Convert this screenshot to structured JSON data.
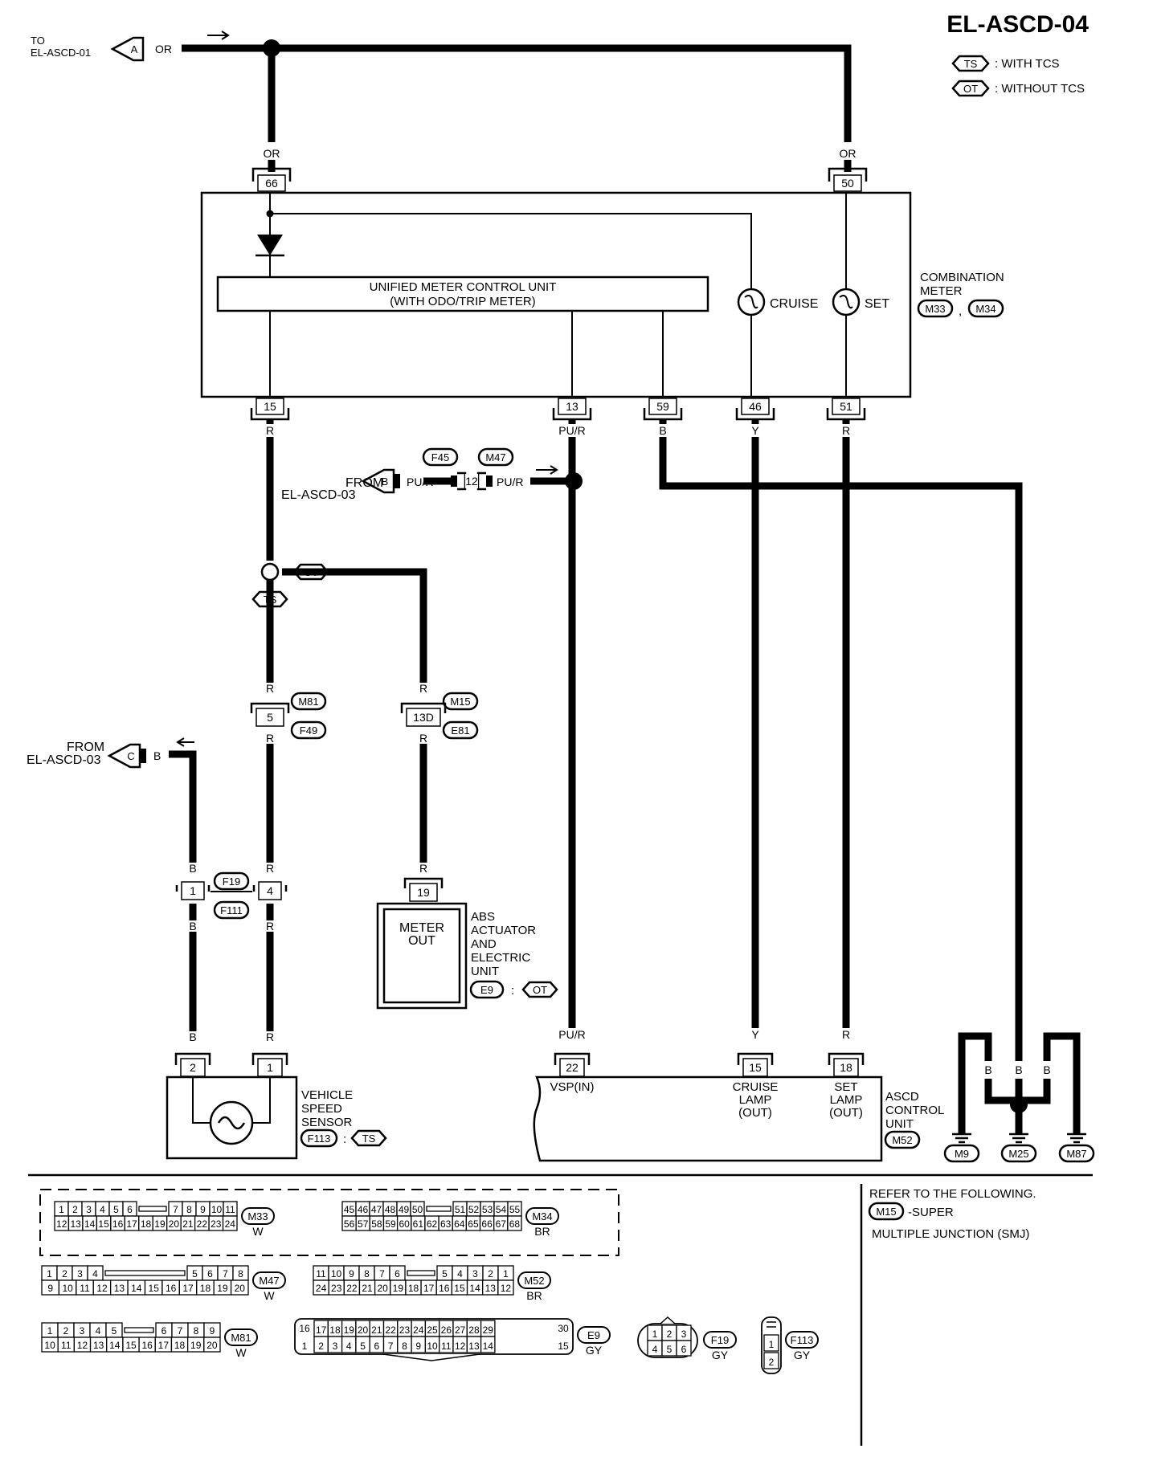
{
  "title": "EL-ASCD-04",
  "legend": [
    {
      "code": "TS",
      "text": ": WITH TCS"
    },
    {
      "code": "OT",
      "text": ": WITHOUT TCS"
    }
  ],
  "offpage": {
    "a": {
      "prefix": "TO",
      "page": "EL-ASCD-01",
      "letter": "A",
      "wire": "OR"
    },
    "b": {
      "prefix": "FROM",
      "page": "EL-ASCD-03",
      "letter": "B",
      "wire": "PU/R"
    },
    "c": {
      "prefix": "FROM",
      "page": "EL-ASCD-03",
      "letter": "C",
      "wire": "B"
    }
  },
  "combination_meter": {
    "name_line1": "COMBINATION",
    "name_line2": "METER",
    "connectors": [
      "M33",
      "M34"
    ],
    "sep": ",",
    "umcu_line1": "UNIFIED METER CONTROL UNIT",
    "umcu_line2": "(WITH ODO/TRIP METER)",
    "cruise_lamp": "CRUISE",
    "set_lamp": "SET",
    "top_pins": [
      {
        "pin": "66",
        "wire": "OR"
      },
      {
        "pin": "50",
        "wire": "OR"
      }
    ],
    "bottom_pins": [
      {
        "pin": "15",
        "wire": "R"
      },
      {
        "pin": "13",
        "wire": "PU/R"
      },
      {
        "pin": "59",
        "wire": "B"
      },
      {
        "pin": "46",
        "wire": "Y"
      },
      {
        "pin": "51",
        "wire": "R"
      }
    ]
  },
  "joint_connector": {
    "pin": "12",
    "left": "F45",
    "right": "M47"
  },
  "tcs_branch": {
    "ot": "OT",
    "ts": "TS"
  },
  "connector_5": {
    "pin": "5",
    "upper": "M81",
    "lower": "F49",
    "wire_top": "R",
    "wire_bottom": "R"
  },
  "connector_13d": {
    "pin": "13D",
    "upper": "M15",
    "lower": "E81",
    "wire_top": "R",
    "wire_bottom": "R"
  },
  "connector_f19": {
    "upper": "F19",
    "lower": "F111",
    "pin_left": "1",
    "pin_right": "4",
    "wire_b": "B",
    "wire_r": "R"
  },
  "abs_unit": {
    "pin": "19",
    "wire": "R",
    "inner_line1": "METER",
    "inner_line2": "OUT",
    "lines": [
      "ABS",
      "ACTUATOR",
      "AND",
      "ELECTRIC",
      "UNIT"
    ],
    "conn": "E9",
    "sep": ":",
    "cond": "OT"
  },
  "vss": {
    "pins": [
      {
        "pin": "2",
        "wire": "B"
      },
      {
        "pin": "1",
        "wire": "R"
      }
    ],
    "lines": [
      "VEHICLE",
      "SPEED",
      "SENSOR"
    ],
    "conn": "F113",
    "sep": ":",
    "cond": "TS"
  },
  "ascd": {
    "pins": [
      {
        "pin": "22",
        "wire": "PU/R",
        "label1": "VSP(IN)",
        "label2": "",
        "label3": ""
      },
      {
        "pin": "15",
        "wire": "Y",
        "label1": "CRUISE",
        "label2": "LAMP",
        "label3": "(OUT)"
      },
      {
        "pin": "18",
        "wire": "R",
        "label1": "SET",
        "label2": "LAMP",
        "label3": "(OUT)"
      }
    ],
    "lines": [
      "ASCD",
      "CONTROL",
      "UNIT"
    ],
    "conn": "M52"
  },
  "grounds": {
    "wire": "B",
    "labels": [
      "M9",
      "M25",
      "M87"
    ]
  },
  "refer": {
    "line1": "REFER TO THE FOLLOWING.",
    "code": "M15",
    "line2": "-SUPER",
    "line3": "MULTIPLE JUNCTION (SMJ)"
  },
  "connector_views": {
    "m33": {
      "code": "M33",
      "color": "W",
      "row1a": [
        "1",
        "2",
        "3",
        "4",
        "5",
        "6"
      ],
      "row1b": [
        "7",
        "8",
        "9",
        "10",
        "11"
      ],
      "row2": [
        "12",
        "13",
        "14",
        "15",
        "16",
        "17",
        "18",
        "19",
        "20",
        "21",
        "22",
        "23",
        "24"
      ]
    },
    "m34": {
      "code": "M34",
      "color": "BR",
      "row1a": [
        "45",
        "46",
        "47",
        "48",
        "49",
        "50"
      ],
      "row1b": [
        "51",
        "52",
        "53",
        "54",
        "55"
      ],
      "row2": [
        "56",
        "57",
        "58",
        "59",
        "60",
        "61",
        "62",
        "63",
        "64",
        "65",
        "66",
        "67",
        "68"
      ]
    },
    "m47": {
      "code": "M47",
      "color": "W",
      "row1a": [
        "1",
        "2",
        "3",
        "4"
      ],
      "row1b": [
        "5",
        "6",
        "7",
        "8"
      ],
      "row2": [
        "9",
        "10",
        "11",
        "12",
        "13",
        "14",
        "15",
        "16",
        "17",
        "18",
        "19",
        "20"
      ]
    },
    "m52": {
      "code": "M52",
      "color": "BR",
      "row1a": [
        "11",
        "10",
        "9",
        "8",
        "7",
        "6"
      ],
      "row1b": [
        "5",
        "4",
        "3",
        "2",
        "1"
      ],
      "row2": [
        "24",
        "23",
        "22",
        "21",
        "20",
        "19",
        "18",
        "17",
        "16",
        "15",
        "14",
        "13",
        "12"
      ]
    },
    "m81": {
      "code": "M81",
      "color": "W",
      "row1a": [
        "1",
        "2",
        "3",
        "4",
        "5"
      ],
      "row1b": [
        "6",
        "7",
        "8",
        "9"
      ],
      "row2": [
        "10",
        "11",
        "12",
        "13",
        "14",
        "15",
        "16",
        "17",
        "18",
        "19",
        "20"
      ]
    },
    "e9": {
      "code": "E9",
      "color": "GY",
      "row1_left": "16",
      "row1": [
        "17",
        "18",
        "19",
        "20",
        "21",
        "22",
        "23",
        "24",
        "25",
        "26",
        "27",
        "28",
        "29"
      ],
      "row1_right": "30",
      "row2_left": "1",
      "row2": [
        "2",
        "3",
        "4",
        "5",
        "6",
        "7",
        "8",
        "9",
        "10",
        "11",
        "12",
        "13",
        "14"
      ],
      "row2_right": "15"
    },
    "f19": {
      "code": "F19",
      "color": "GY",
      "row1": [
        "1",
        "2",
        "3"
      ],
      "row2": [
        "4",
        "5",
        "6"
      ]
    },
    "f113": {
      "code": "F113",
      "color": "GY",
      "pins": [
        "1",
        "2"
      ]
    }
  }
}
